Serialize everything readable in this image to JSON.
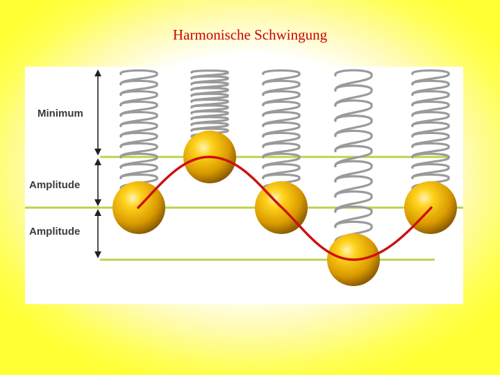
{
  "slide": {
    "title": "Harmonische Schwingung"
  },
  "figure": {
    "labels": {
      "minimum": "Minimum",
      "amplitude_upper": "Amplitude",
      "amplitude_lower": "Amplitude"
    },
    "colors": {
      "title": "#cc0000",
      "background_outer": "#ffff33",
      "reference_lines": "#b8d44a",
      "wave": "#cc1111",
      "ball": "#e8b000",
      "spring": "#9a9a9a"
    },
    "ball_positions": [
      "rest",
      "top",
      "rest",
      "bottom",
      "rest"
    ]
  }
}
